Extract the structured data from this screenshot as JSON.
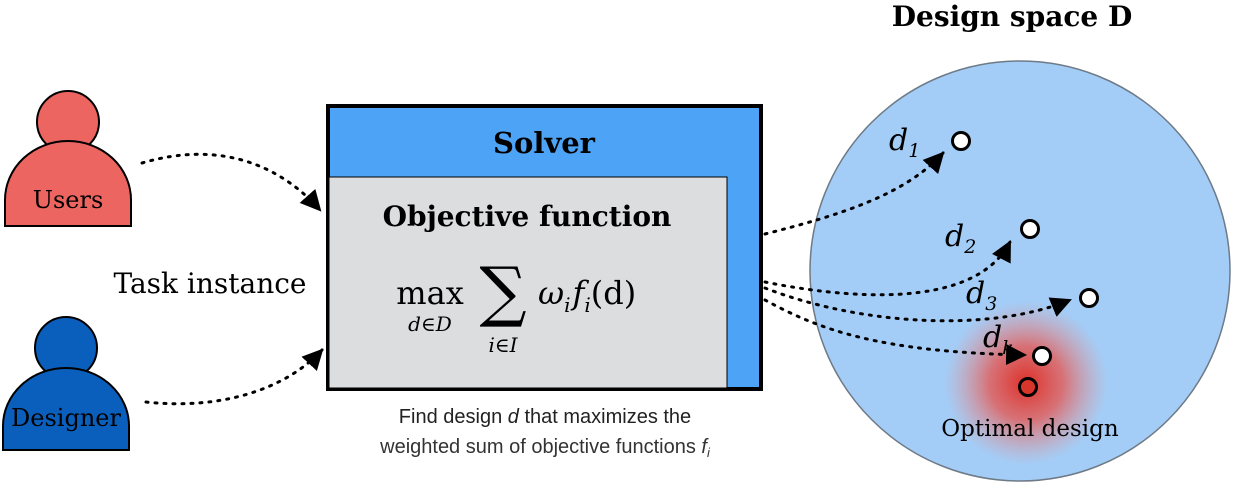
{
  "title": "Design space D",
  "actors": {
    "users": "Users",
    "designer": "Designer"
  },
  "task_instance": "Task instance",
  "solver": {
    "label": "Solver",
    "objective_title": "Objective function",
    "formula": {
      "op": "max",
      "op_sub": "d∈D",
      "sum_sub": "i∈I",
      "weight": "ω",
      "weight_sub": "i",
      "func": "f",
      "func_sub": "i",
      "arg": "(d)"
    },
    "caption_line1_pre": "Find design ",
    "caption_var": "d",
    "caption_line1_post": " that maximizes the",
    "caption_line2": "weighted sum of objective functions ",
    "caption_func": "f",
    "caption_func_sub": "i"
  },
  "designs": [
    {
      "name": "d",
      "sub": "1"
    },
    {
      "name": "d",
      "sub": "2"
    },
    {
      "name": "d",
      "sub": "3"
    },
    {
      "name": "d",
      "sub": "k"
    }
  ],
  "optimal_label": "Optimal design",
  "colors": {
    "users": "#ec6560",
    "designer": "#0a5fbd",
    "solver_blue": "#4da3f5",
    "objective_gray": "#dcdddf",
    "space_blue": "#a3cdf7",
    "optimal_red": "#d9362b"
  }
}
